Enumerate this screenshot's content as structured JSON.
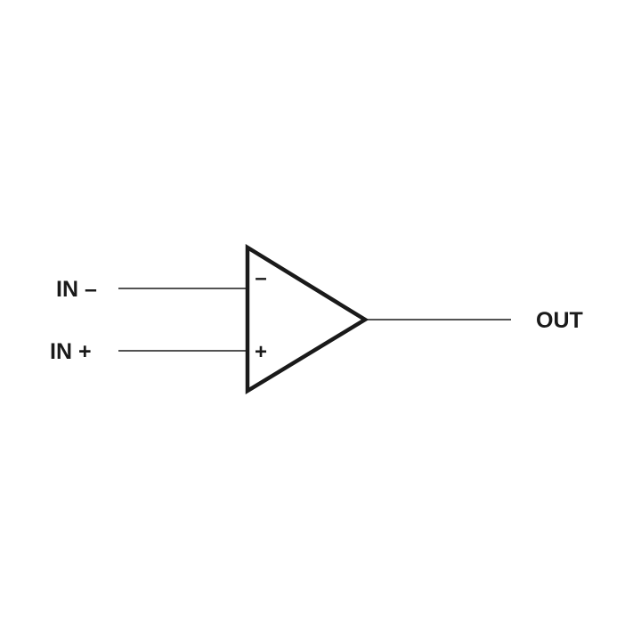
{
  "diagram": {
    "labels": {
      "in_minus": "IN –",
      "in_plus": "IN +",
      "out": "OUT"
    },
    "terminal_signs": {
      "inverting": "–",
      "non_inverting": "+"
    },
    "colors": {
      "background": "#ffffff",
      "ink": "#1a1a1a"
    }
  }
}
